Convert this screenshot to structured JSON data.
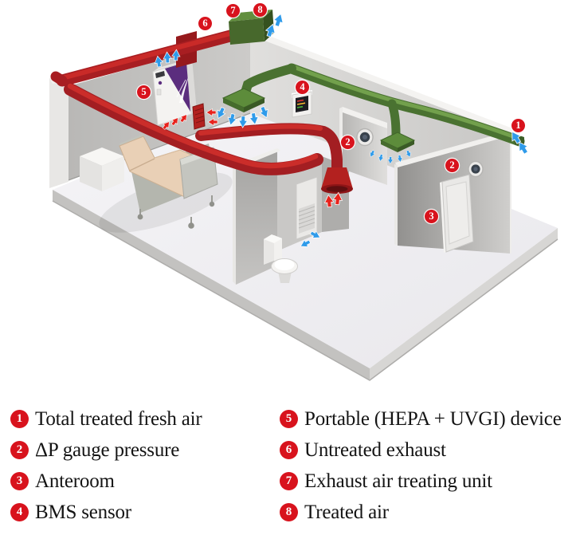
{
  "colors": {
    "badge_red": "#d8131d",
    "exhaust_duct_red": "#a31e22",
    "supply_duct_green": "#4a7231",
    "treating_unit_green": "#47682c",
    "airflow_blue": "#2f9bea",
    "airflow_red": "#e8231d",
    "hepa_purple": "#5b2d7e"
  },
  "diagram": {
    "markers": [
      {
        "num": "1"
      },
      {
        "num": "2"
      },
      {
        "num": "2"
      },
      {
        "num": "3"
      },
      {
        "num": "4"
      },
      {
        "num": "5"
      },
      {
        "num": "6"
      },
      {
        "num": "7"
      },
      {
        "num": "8"
      }
    ]
  },
  "legend": {
    "columns": [
      {
        "items": [
          {
            "num": "1",
            "label": "Total treated fresh air"
          },
          {
            "num": "2",
            "label": "ΔP gauge pressure"
          },
          {
            "num": "3",
            "label": "Anteroom"
          },
          {
            "num": "4",
            "label": "BMS sensor"
          }
        ]
      },
      {
        "items": [
          {
            "num": "5",
            "label": "Portable (HEPA + UVGI) device"
          },
          {
            "num": "6",
            "label": "Untreated exhaust"
          },
          {
            "num": "7",
            "label": "Exhaust air treating unit"
          },
          {
            "num": "8",
            "label": "Treated air"
          }
        ]
      }
    ]
  }
}
